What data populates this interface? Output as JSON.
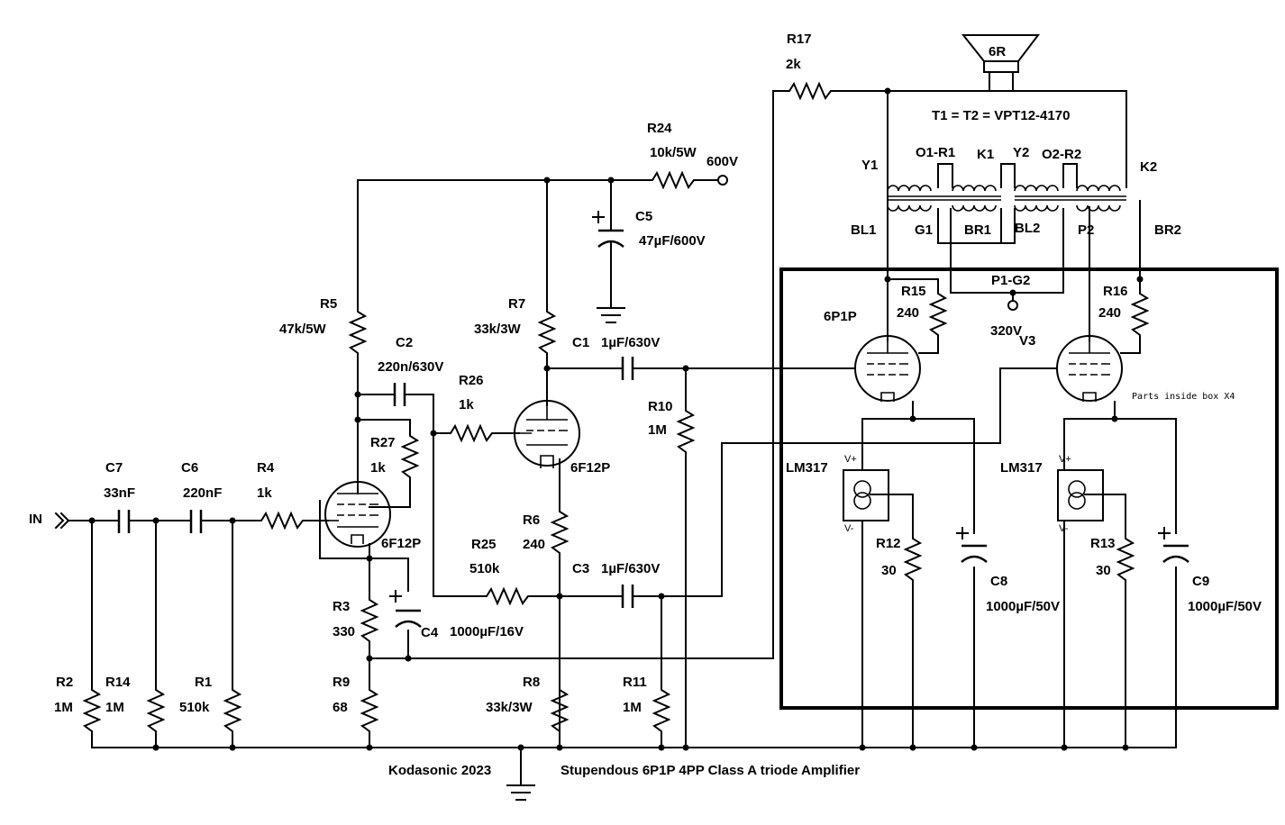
{
  "input_label": "IN",
  "supply_label": "600V",
  "tap_label": "320V",
  "credit": "Kodasonic 2023",
  "title": "Stupendous 6P1P 4PP Class A triode Amplifier",
  "box_note": "Parts inside box X4",
  "transformer_note": "T1 = T2 = VPT12-4170",
  "speaker": "6R",
  "v3": "V3",
  "vplus": "V+",
  "vminus": "V-",
  "components": {
    "R1": {
      "ref": "R1",
      "value": "510k"
    },
    "R2": {
      "ref": "R2",
      "value": "1M"
    },
    "R3": {
      "ref": "R3",
      "value": "330"
    },
    "R4": {
      "ref": "R4",
      "value": "1k"
    },
    "R5": {
      "ref": "R5",
      "value": "47k/5W"
    },
    "R6": {
      "ref": "R6",
      "value": "240"
    },
    "R7": {
      "ref": "R7",
      "value": "33k/3W"
    },
    "R8": {
      "ref": "R8",
      "value": "33k/3W"
    },
    "R9": {
      "ref": "R9",
      "value": "68"
    },
    "R10": {
      "ref": "R10",
      "value": "1M"
    },
    "R11": {
      "ref": "R11",
      "value": "1M"
    },
    "R12": {
      "ref": "R12",
      "value": "30"
    },
    "R13": {
      "ref": "R13",
      "value": "30"
    },
    "R14": {
      "ref": "R14",
      "value": "1M"
    },
    "R15": {
      "ref": "R15",
      "value": "240"
    },
    "R16": {
      "ref": "R16",
      "value": "240"
    },
    "R17": {
      "ref": "R17",
      "value": "2k"
    },
    "R24": {
      "ref": "R24",
      "value": "10k/5W"
    },
    "R25": {
      "ref": "R25",
      "value": "510k"
    },
    "R26": {
      "ref": "R26",
      "value": "1k"
    },
    "R27": {
      "ref": "R27",
      "value": "1k"
    },
    "C1": {
      "ref": "C1",
      "value": "1µF/630V"
    },
    "C2": {
      "ref": "C2",
      "value": "220n/630V"
    },
    "C3": {
      "ref": "C3",
      "value": "1µF/630V"
    },
    "C4": {
      "ref": "C4",
      "value": "1000µF/16V"
    },
    "C5": {
      "ref": "C5",
      "value": "47µF/600V"
    },
    "C6": {
      "ref": "C6",
      "value": "220nF"
    },
    "C7": {
      "ref": "C7",
      "value": "33nF"
    },
    "C8": {
      "ref": "C8",
      "value": "1000µF/50V"
    },
    "C9": {
      "ref": "C9",
      "value": "1000µF/50V"
    }
  },
  "tubes": {
    "V1": "6F12P",
    "V2": "6F12P",
    "out_left": "6P1P"
  },
  "regulators": {
    "left": "LM317",
    "right": "LM317"
  },
  "transformer_pins": {
    "Y1": "Y1",
    "O1R1": "O1-R1",
    "K1": "K1",
    "Y2": "Y2",
    "O2R2": "O2-R2",
    "K2": "K2",
    "BL1": "BL1",
    "G1": "G1",
    "BR1": "BR1",
    "BL2": "BL2",
    "P2": "P2",
    "BR2": "BR2",
    "P1G2": "P1-G2"
  }
}
